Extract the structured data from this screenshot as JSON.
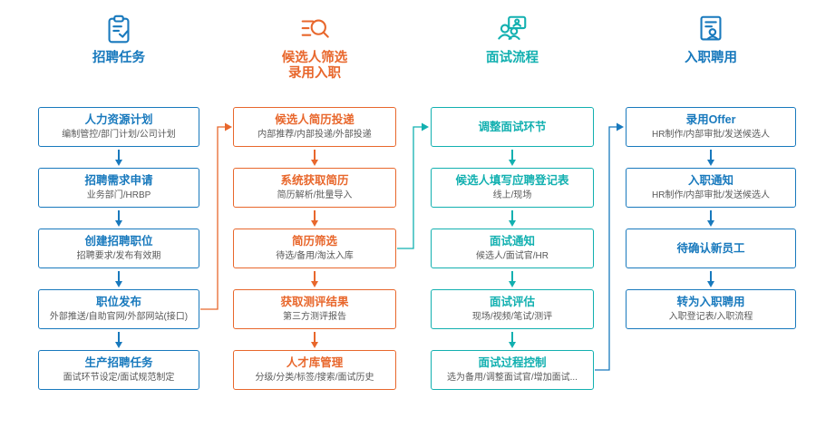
{
  "page": {
    "background": "#ffffff"
  },
  "colors": {
    "blue": "#1879bd",
    "orange": "#e8672c",
    "teal": "#12b0b0",
    "subtitle_gray": "#595959"
  },
  "columns": [
    {
      "title_line1": "招聘任务",
      "title_line2": "",
      "color": "#1879bd",
      "icon": "clipboard-check-icon",
      "boxes": [
        {
          "title": "人力资源计划",
          "subtitle": "编制管控/部门计划/公司计划"
        },
        {
          "title": "招聘需求申请",
          "subtitle": "业务部门/HRBP"
        },
        {
          "title": "创建招聘职位",
          "subtitle": "招聘要求/发布有效期"
        },
        {
          "title": "职位发布",
          "subtitle": "外部推送/自助官网/外部网站(接口)"
        },
        {
          "title": "生产招聘任务",
          "subtitle": "面试环节设定/面试规范制定"
        }
      ]
    },
    {
      "title_line1": "候选人筛选",
      "title_line2": "录用入职",
      "color": "#e8672c",
      "icon": "resume-search-icon",
      "boxes": [
        {
          "title": "候选人简历投递",
          "subtitle": "内部推荐/内部投递/外部投递"
        },
        {
          "title": "系统获取简历",
          "subtitle": "简历解析/批量导入"
        },
        {
          "title": "简历筛选",
          "subtitle": "待选/备用/淘汰入库"
        },
        {
          "title": "获取测评结果",
          "subtitle": "第三方测评报告"
        },
        {
          "title": "人才库管理",
          "subtitle": "分级/分类/标签/搜索/面试历史"
        }
      ]
    },
    {
      "title_line1": "面试流程",
      "title_line2": "",
      "color": "#12b0b0",
      "icon": "interview-people-icon",
      "boxes": [
        {
          "title": "调整面试环节",
          "subtitle": ""
        },
        {
          "title": "候选人填写应聘登记表",
          "subtitle": "线上/现场"
        },
        {
          "title": "面试通知",
          "subtitle": "候选人/面试官/HR"
        },
        {
          "title": "面试评估",
          "subtitle": "现场/视频/笔试/测评"
        },
        {
          "title": "面试过程控制",
          "subtitle": "选为备用/调整面试官/增加面试..."
        }
      ]
    },
    {
      "title_line1": "入职聘用",
      "title_line2": "",
      "color": "#1879bd",
      "icon": "onboarding-person-icon",
      "boxes": [
        {
          "title": "录用Offer",
          "subtitle": "HR制作/内部审批/发送候选人"
        },
        {
          "title": "入职通知",
          "subtitle": "HR制作/内部审批/发送候选人"
        },
        {
          "title": "待确认新员工",
          "subtitle": ""
        },
        {
          "title": "转为入职聘用",
          "subtitle": "入职登记表/入职流程"
        }
      ]
    }
  ],
  "connectors": [
    {
      "from": "职位发布",
      "to": "候选人简历投递",
      "color": "#e8672c"
    },
    {
      "from": "简历筛选",
      "to": "调整面试环节",
      "color": "#12b0b0"
    },
    {
      "from": "面试过程控制",
      "to": "录用Offer",
      "color": "#1879bd"
    }
  ]
}
